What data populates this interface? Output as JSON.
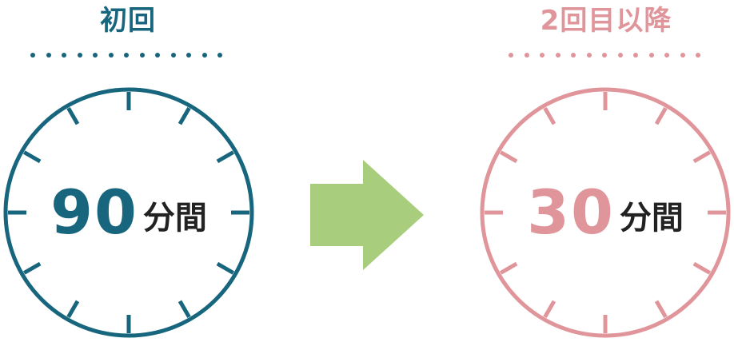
{
  "colors": {
    "first": "#17667e",
    "repeat": "#e0959b",
    "arrow": "#a8cd7c",
    "unit_text": "#222222"
  },
  "first_visit": {
    "label": "初回",
    "number": "90",
    "unit": "分間"
  },
  "repeat_visit": {
    "label": "2回目以降",
    "number": "30",
    "unit": "分間"
  },
  "arrow_icon": "right-arrow-icon"
}
